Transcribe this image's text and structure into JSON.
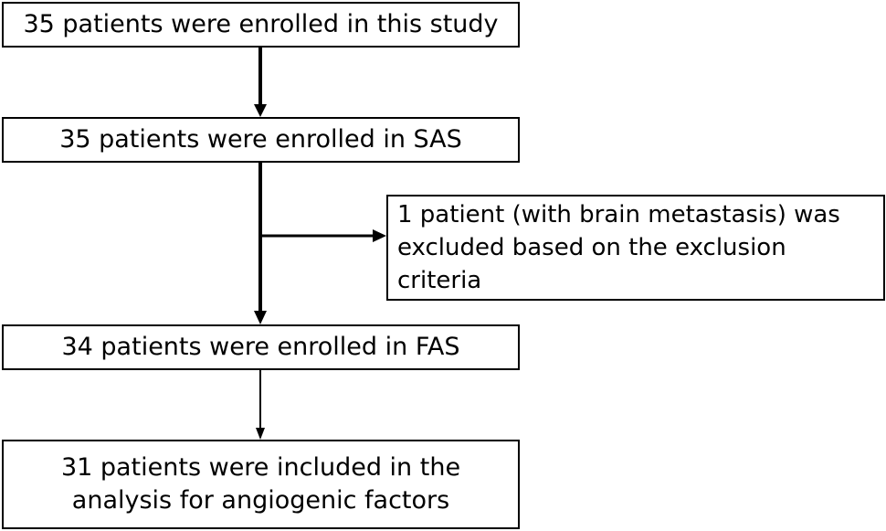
{
  "flowchart": {
    "boxes": {
      "enrolled_study": "35 patients were enrolled in this study",
      "enrolled_sas": "35 patients were enrolled in SAS",
      "excluded": "1 patient (with brain metastasis) was\nexcluded based on the exclusion\ncriteria",
      "enrolled_fas": "34 patients were enrolled in FAS",
      "included_analysis": "31 patients were included in the\nanalysis for angiogenic factors"
    }
  },
  "colors": {
    "stroke": "#000000",
    "background": "#ffffff"
  }
}
